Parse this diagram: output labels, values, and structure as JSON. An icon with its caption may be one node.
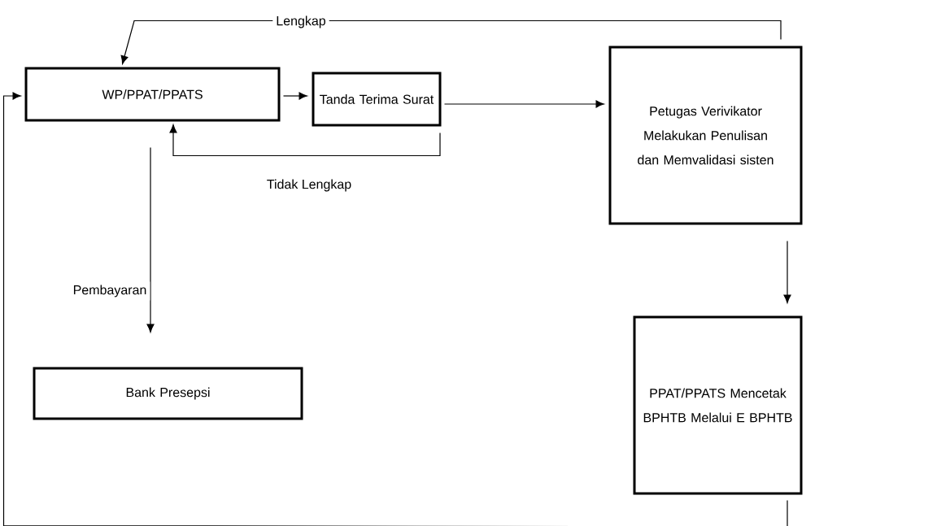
{
  "diagram": {
    "nodes": [
      {
        "text": [
          "WP/PPAT/PPATS"
        ]
      },
      {
        "text": [
          "Tanda Terima Surat"
        ]
      },
      {
        "text": [
          "Petugas Verivikator Melakukan Penulisan dan Memvalidasi sisten"
        ]
      },
      {
        "text": [
          "Bank Presepsi"
        ]
      },
      {
        "text": [
          "PPAT/PPATS Mencetak BPHTB Melalui E BPHTB"
        ]
      }
    ],
    "edges": [
      {
        "from": 0,
        "to": 1,
        "arrow": "to"
      },
      {
        "from": 1,
        "to": 2,
        "arrow": "to"
      },
      {
        "from": 2,
        "to": 0,
        "arrow": "to",
        "label": "Lengkap"
      },
      {
        "from": 1,
        "to": 0,
        "arrow": "to",
        "label": "Tidak Lengkap"
      },
      {
        "from": 0,
        "to": 3,
        "arrow": "to",
        "label": "Pembayaran"
      },
      {
        "from": 2,
        "to": 4,
        "arrow": "to"
      },
      {
        "from": 4,
        "to": 0,
        "arrow": "to"
      }
    ]
  }
}
